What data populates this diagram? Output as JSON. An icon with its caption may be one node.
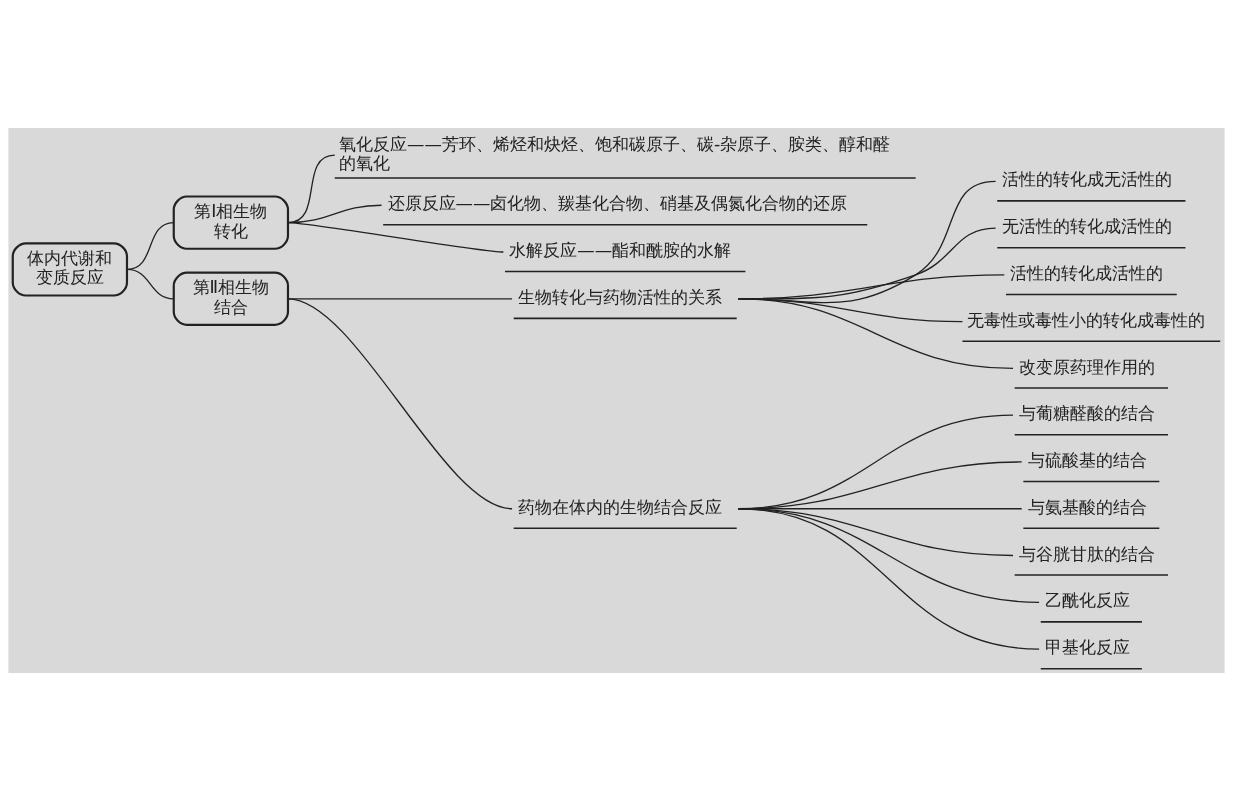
{
  "diagram": {
    "nodes": [
      {
        "text": [
          "体内代谢和变质反应"
        ]
      },
      {
        "text": [
          "第Ⅰ相生物转化"
        ]
      },
      {
        "text": [
          "氧化反应——芳环、烯烃和炔烃、饱和碳原子、碳-杂原子、胺类、醇和醛的氧化"
        ]
      },
      {
        "text": [
          "还原反应——卤化物、羰基化合物、硝基及偶氮化合物的还原"
        ]
      },
      {
        "text": [
          "水解反应——酯和酰胺的水解"
        ]
      },
      {
        "text": [
          "第Ⅱ相生物结合"
        ]
      },
      {
        "text": [
          "生物转化与药物活性的关系"
        ]
      },
      {
        "text": [
          "活性的转化成无活性的"
        ]
      },
      {
        "text": [
          "无活性的转化成活性的"
        ]
      },
      {
        "text": [
          "活性的转化成活性的"
        ]
      },
      {
        "text": [
          "无毒性或毒性小的转化成毒性的"
        ]
      },
      {
        "text": [
          "改变原药理作用的"
        ]
      },
      {
        "text": [
          "药物在体内的生物结合反应"
        ]
      },
      {
        "text": [
          "与葡糖醛酸的结合"
        ]
      },
      {
        "text": [
          "与硫酸基的结合"
        ]
      },
      {
        "text": [
          "与氨基酸的结合"
        ]
      },
      {
        "text": [
          "与谷胱甘肽的结合"
        ]
      },
      {
        "text": [
          "乙酰化反应"
        ]
      },
      {
        "text": [
          "甲基化反应"
        ]
      }
    ],
    "edges": [
      {
        "from": 0,
        "to": 1,
        "arrow": "none"
      },
      {
        "from": 1,
        "to": 2,
        "arrow": "none"
      },
      {
        "from": 1,
        "to": 3,
        "arrow": "none"
      },
      {
        "from": 1,
        "to": 4,
        "arrow": "none"
      },
      {
        "from": 0,
        "to": 5,
        "arrow": "none"
      },
      {
        "from": 5,
        "to": 6,
        "arrow": "none"
      },
      {
        "from": 6,
        "to": 7,
        "arrow": "none"
      },
      {
        "from": 6,
        "to": 8,
        "arrow": "none"
      },
      {
        "from": 6,
        "to": 9,
        "arrow": "none"
      },
      {
        "from": 6,
        "to": 10,
        "arrow": "none"
      },
      {
        "from": 6,
        "to": 11,
        "arrow": "none"
      },
      {
        "from": 5,
        "to": 12,
        "arrow": "none"
      },
      {
        "from": 12,
        "to": 13,
        "arrow": "none"
      },
      {
        "from": 12,
        "to": 14,
        "arrow": "none"
      },
      {
        "from": 12,
        "to": 15,
        "arrow": "none"
      },
      {
        "from": 12,
        "to": 16,
        "arrow": "none"
      },
      {
        "from": 12,
        "to": 17,
        "arrow": "none"
      },
      {
        "from": 12,
        "to": 18,
        "arrow": "none"
      }
    ]
  }
}
